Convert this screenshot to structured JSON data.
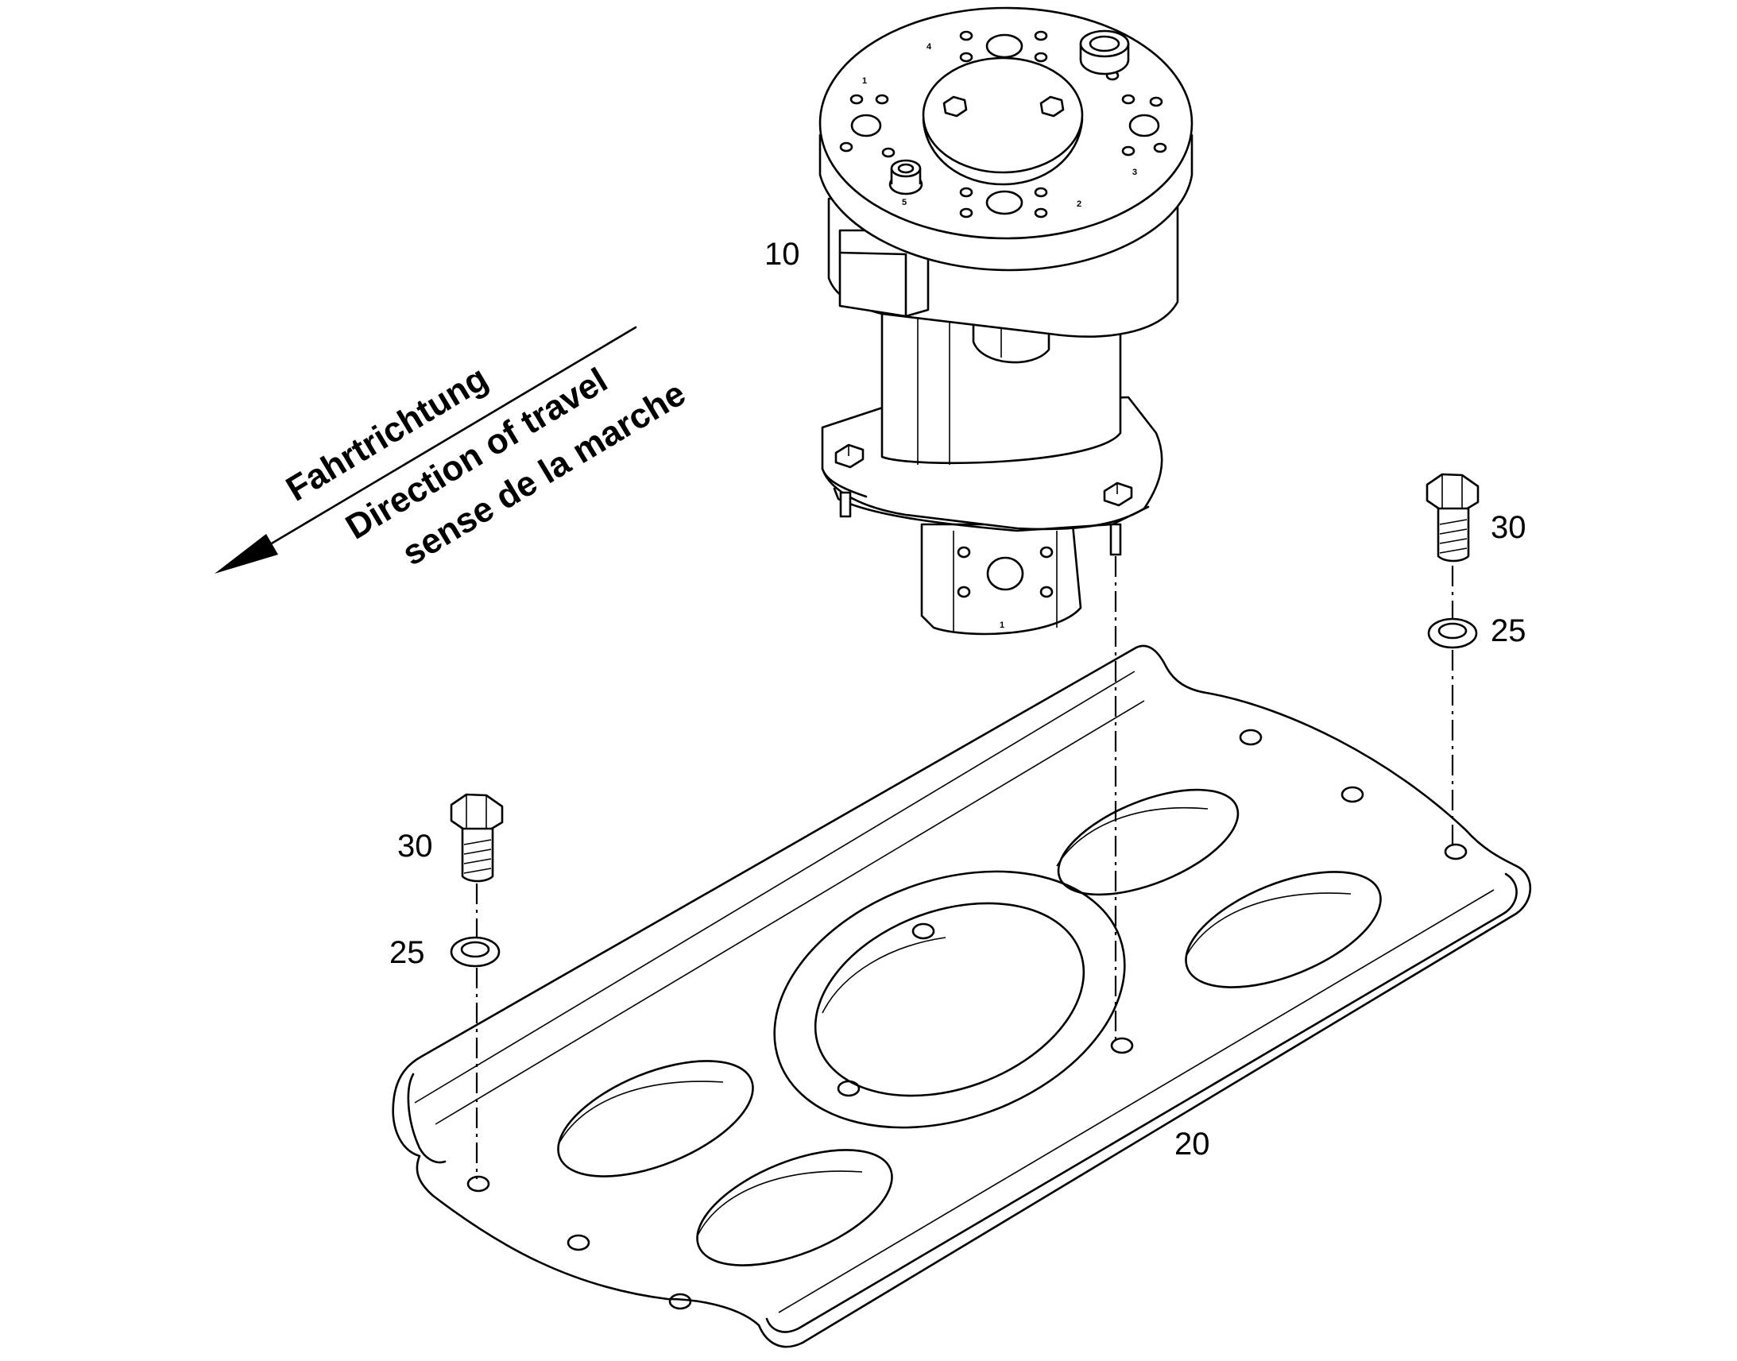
{
  "callouts": {
    "motor": "10",
    "plate": "20",
    "washer_right": "25",
    "washer_left": "25",
    "bolt_right": "30",
    "bolt_left": "30"
  },
  "direction": {
    "de": "Fahrtrichtung",
    "en": "Direction of travel",
    "fr": "sense de la marche"
  },
  "port_numbers": {
    "p1": "1",
    "p2": "2",
    "p3": "3",
    "p4": "4",
    "p5": "5",
    "lower_block": "1"
  },
  "colors": {
    "line": "#000000",
    "background": "#ffffff"
  }
}
